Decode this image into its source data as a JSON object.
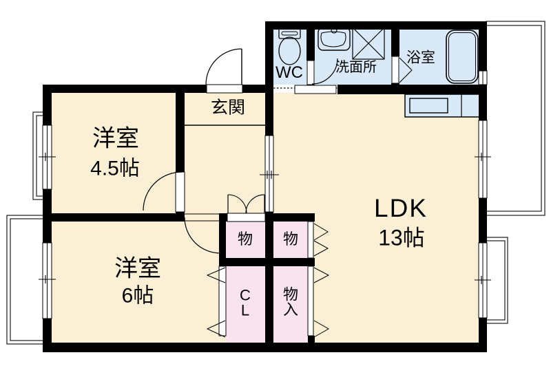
{
  "plan": {
    "rooms": {
      "western_room_1": {
        "label": "洋室",
        "size": "4.5帖"
      },
      "western_room_2": {
        "label": "洋室",
        "size": "6帖"
      },
      "ldk": {
        "label": "LDK",
        "size": "13帖"
      },
      "entrance": {
        "label": "玄関"
      },
      "wc": {
        "label": "WC"
      },
      "washroom": {
        "label": "洗面所"
      },
      "bathroom": {
        "label": "浴室"
      },
      "storage_top_left": {
        "label": "物"
      },
      "storage_top_right": {
        "label": "物"
      },
      "closet": {
        "label": "C\nL"
      },
      "storage_bottom_right": {
        "label": "物\n入"
      }
    },
    "colors": {
      "room_cream": "#FBF0D5",
      "wet_area_blue": "#D9E9F7",
      "closet_pink": "#F8E3EE",
      "wall_black": "#000000",
      "line_black": "#1a1a1a",
      "background": "#ffffff"
    }
  }
}
